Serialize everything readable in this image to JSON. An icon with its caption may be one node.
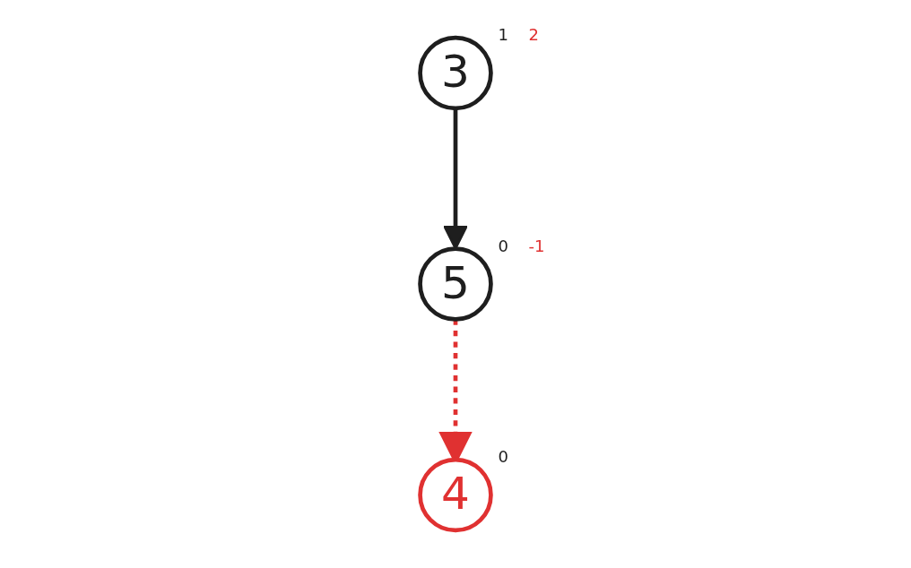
{
  "diagram": {
    "nodes": [
      {
        "text": [
          "3"
        ],
        "beside": [
          "1",
          "2"
        ]
      },
      {
        "text": [
          "5"
        ],
        "beside": [
          "0",
          "-1"
        ]
      },
      {
        "text": [
          "4"
        ],
        "beside": [
          "0"
        ]
      }
    ],
    "edges": [
      {
        "from": 0,
        "to": 1,
        "arrow": "to"
      },
      {
        "from": 1,
        "to": 2,
        "arrow": "to",
        "style": "dashed",
        "color": "#e03131"
      }
    ]
  }
}
